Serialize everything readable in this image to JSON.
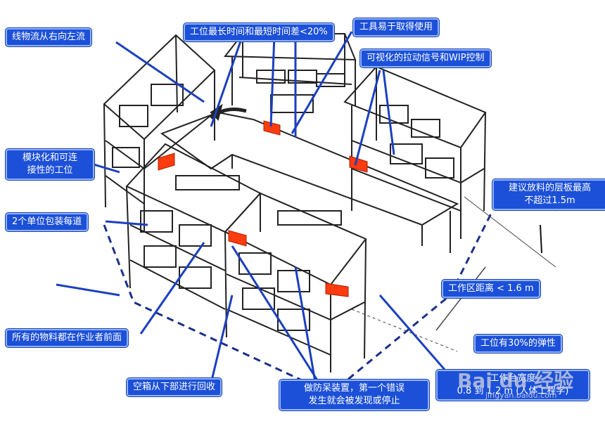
{
  "labels": {
    "flow": "线物流从右向左流",
    "time_diff": "工位最长时间和最短时间差<20%",
    "tools": "工具易于取得使用",
    "visual": "可视化的拉动信号和WIP控制",
    "modular_1": "模块化和可连",
    "modular_2": "接性的工位",
    "shelf_1": "建议放料的层板最高",
    "shelf_2": "不超过1.5m",
    "pack": "2个单位包装每道",
    "distance": "工作区距离 < 1.6 m",
    "flex": "工位有30%的弹性",
    "front": "所有的物料都在作业者前面",
    "empty_box": "空箱从下部进行回收",
    "mistake_1": "做防呆装置，第一个错误",
    "mistake_2": "发生就会被发现或停止",
    "width_1": "工作台宽度",
    "width_2": "0.8 到 1.2 m (人体工程学)"
  },
  "watermark": {
    "brand": "Bai du 经验",
    "url": "jingyan.baidu.com"
  },
  "colors": {
    "label_bg": "#1c50d8",
    "label_border": "#8fb4ff",
    "signal": "#ff3b10",
    "line": "#222222",
    "dashed": "#1a2f8a"
  }
}
